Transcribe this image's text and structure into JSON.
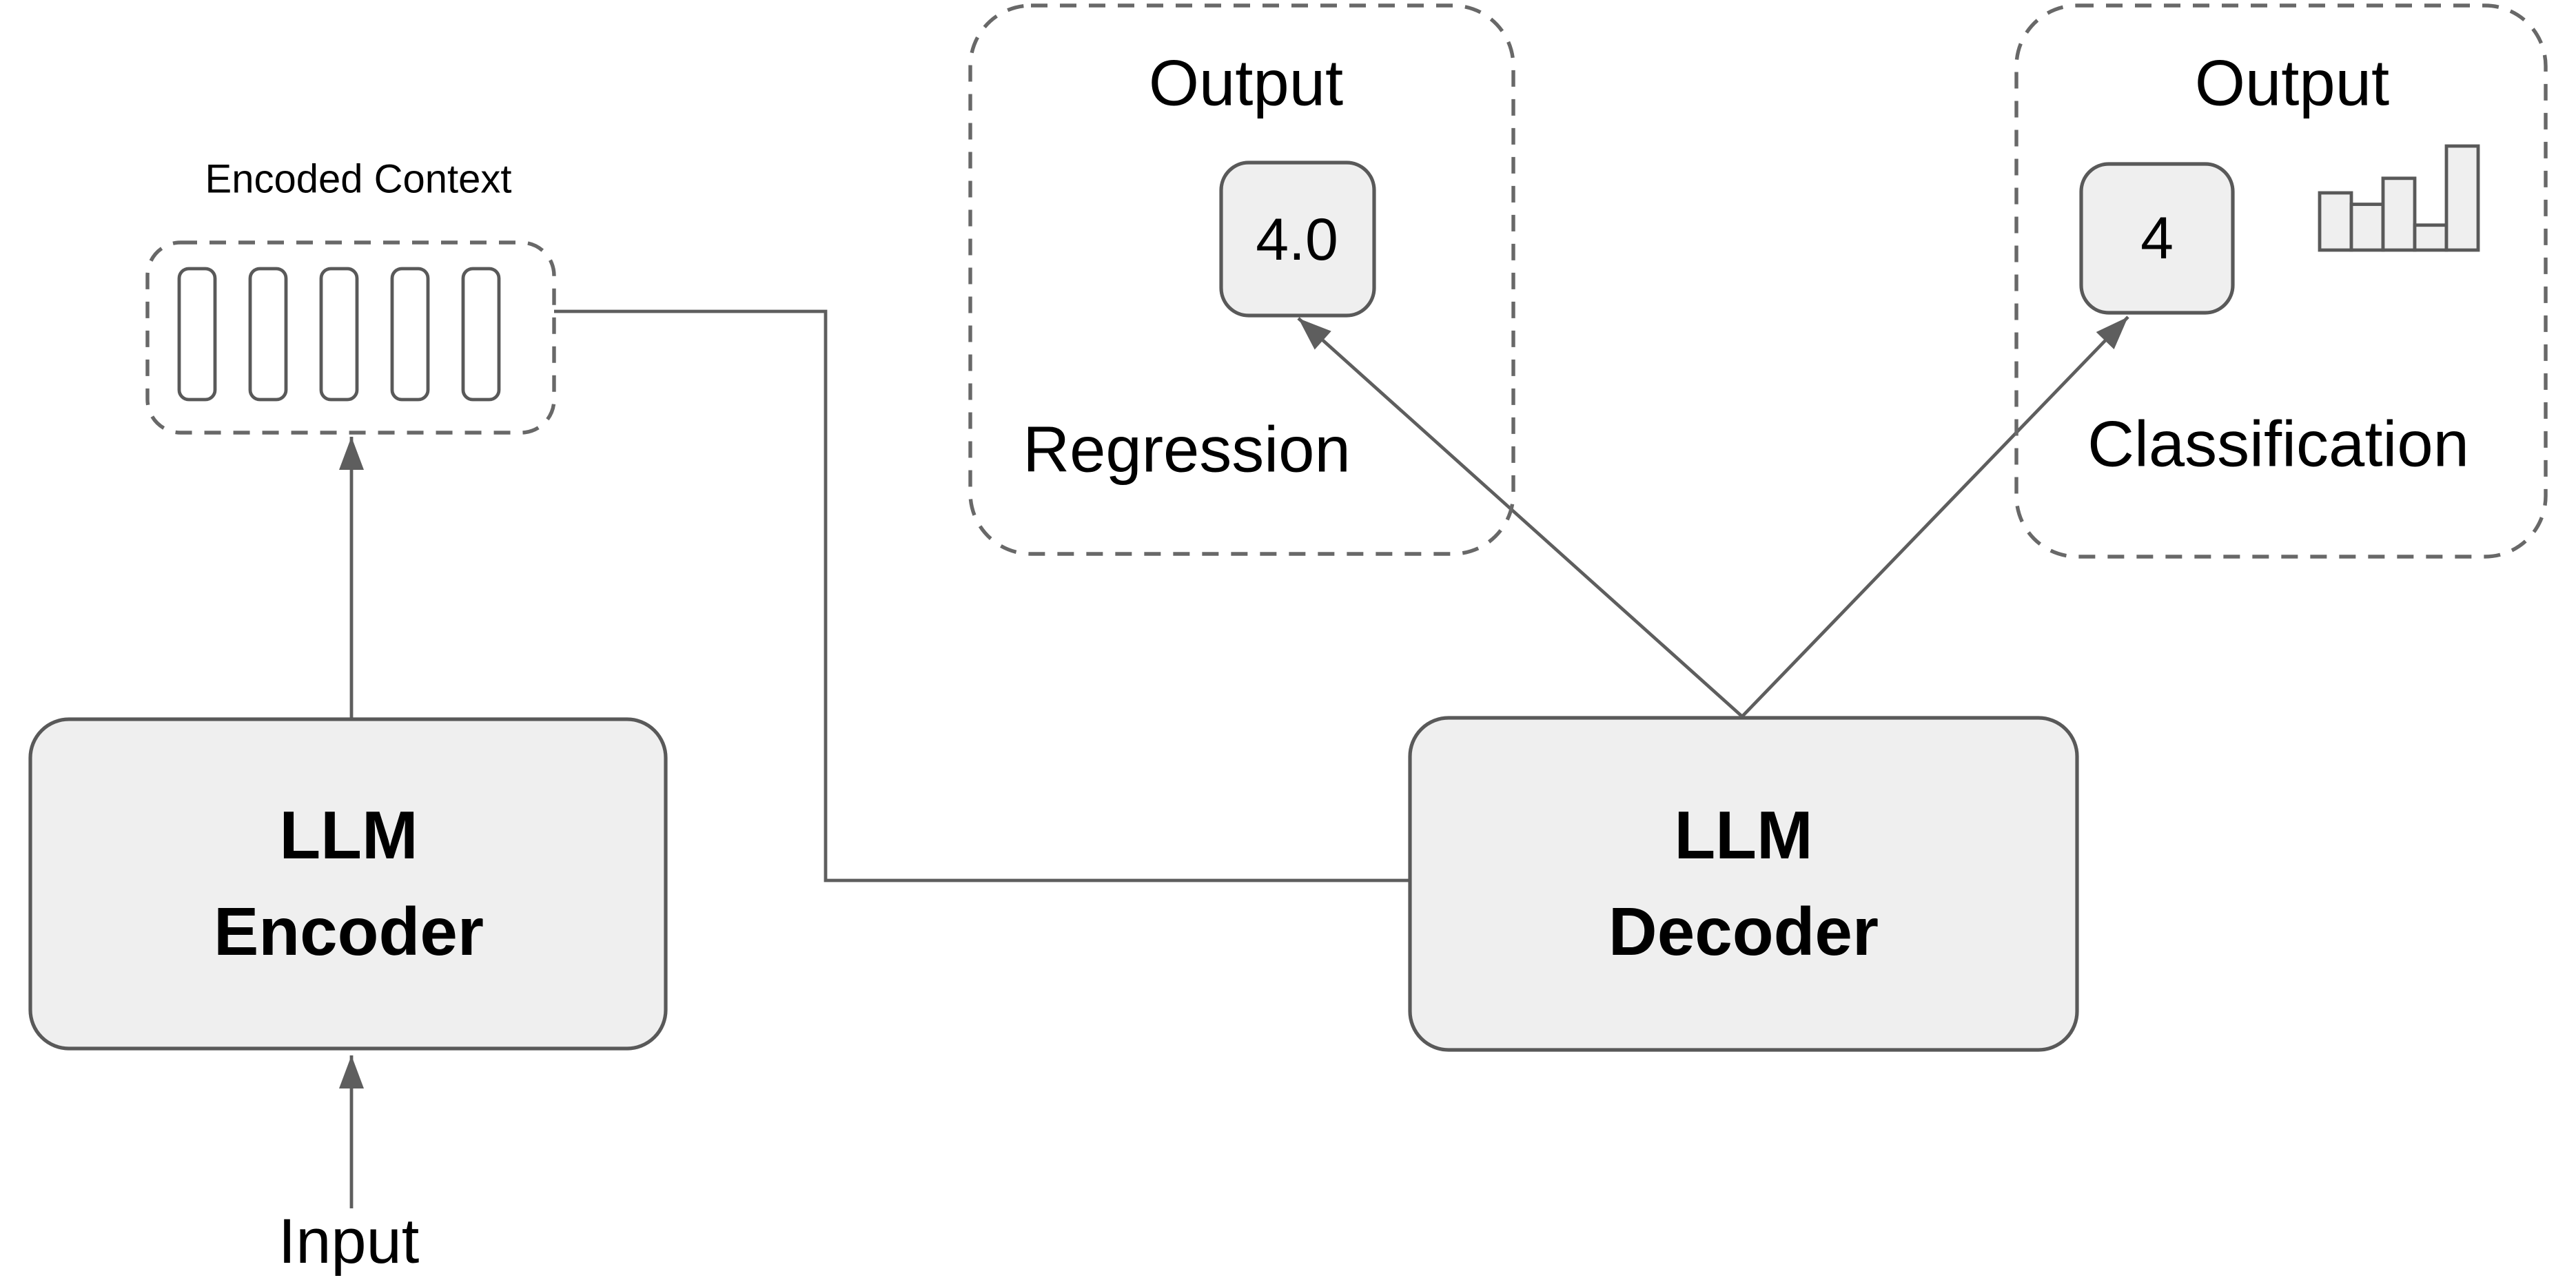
{
  "colors": {
    "canvas-bg": "#ffffff",
    "box-fill": "#efefef",
    "box-stroke": "#595959",
    "dash-color": "#686868",
    "line-color": "#5e5e5e",
    "token-fill": "#ffffff",
    "text-color": "#000000"
  },
  "encoded_context": {
    "label": "Encoded Context",
    "token_bars": {
      "count": 5
    }
  },
  "encoder": {
    "line1": "LLM",
    "line2": "Encoder"
  },
  "decoder": {
    "line1": "LLM",
    "line2": "Decoder"
  },
  "input": {
    "label": "Input"
  },
  "regression": {
    "output_label": "Output",
    "value": "4.0",
    "task_label": "Regression"
  },
  "classification": {
    "output_label": "Output",
    "value": "4",
    "task_label": "Classification",
    "histogram": {
      "heights_percent": [
        55,
        44,
        69,
        24,
        100
      ]
    }
  }
}
